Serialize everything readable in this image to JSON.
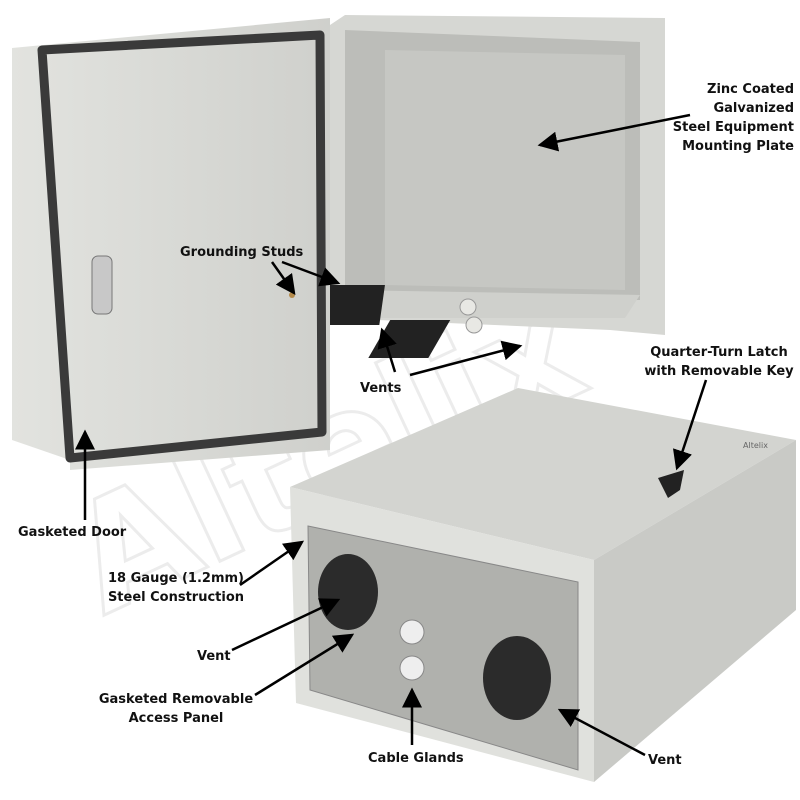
{
  "watermark": "Altelix",
  "brand_label": "Altelix",
  "labels": {
    "mounting_plate": [
      "Zinc Coated",
      "Galvanized",
      "Steel Equipment",
      "Mounting Plate"
    ],
    "grounding_studs": "Grounding Studs",
    "vents": "Vents",
    "latch": [
      "Quarter-Turn Latch",
      "with Removable Key"
    ],
    "gasketed_door": "Gasketed Door",
    "steel": [
      "18 Gauge (1.2mm)",
      "Steel Construction"
    ],
    "vent_left": "Vent",
    "access_panel": [
      "Gasketed Removable",
      "Access Panel"
    ],
    "cable_glands": "Cable Glands",
    "vent_right": "Vent"
  },
  "colors": {
    "enclosure": "#d9dad6",
    "gasket": "#3a3a3a",
    "arrow": "#000000"
  }
}
